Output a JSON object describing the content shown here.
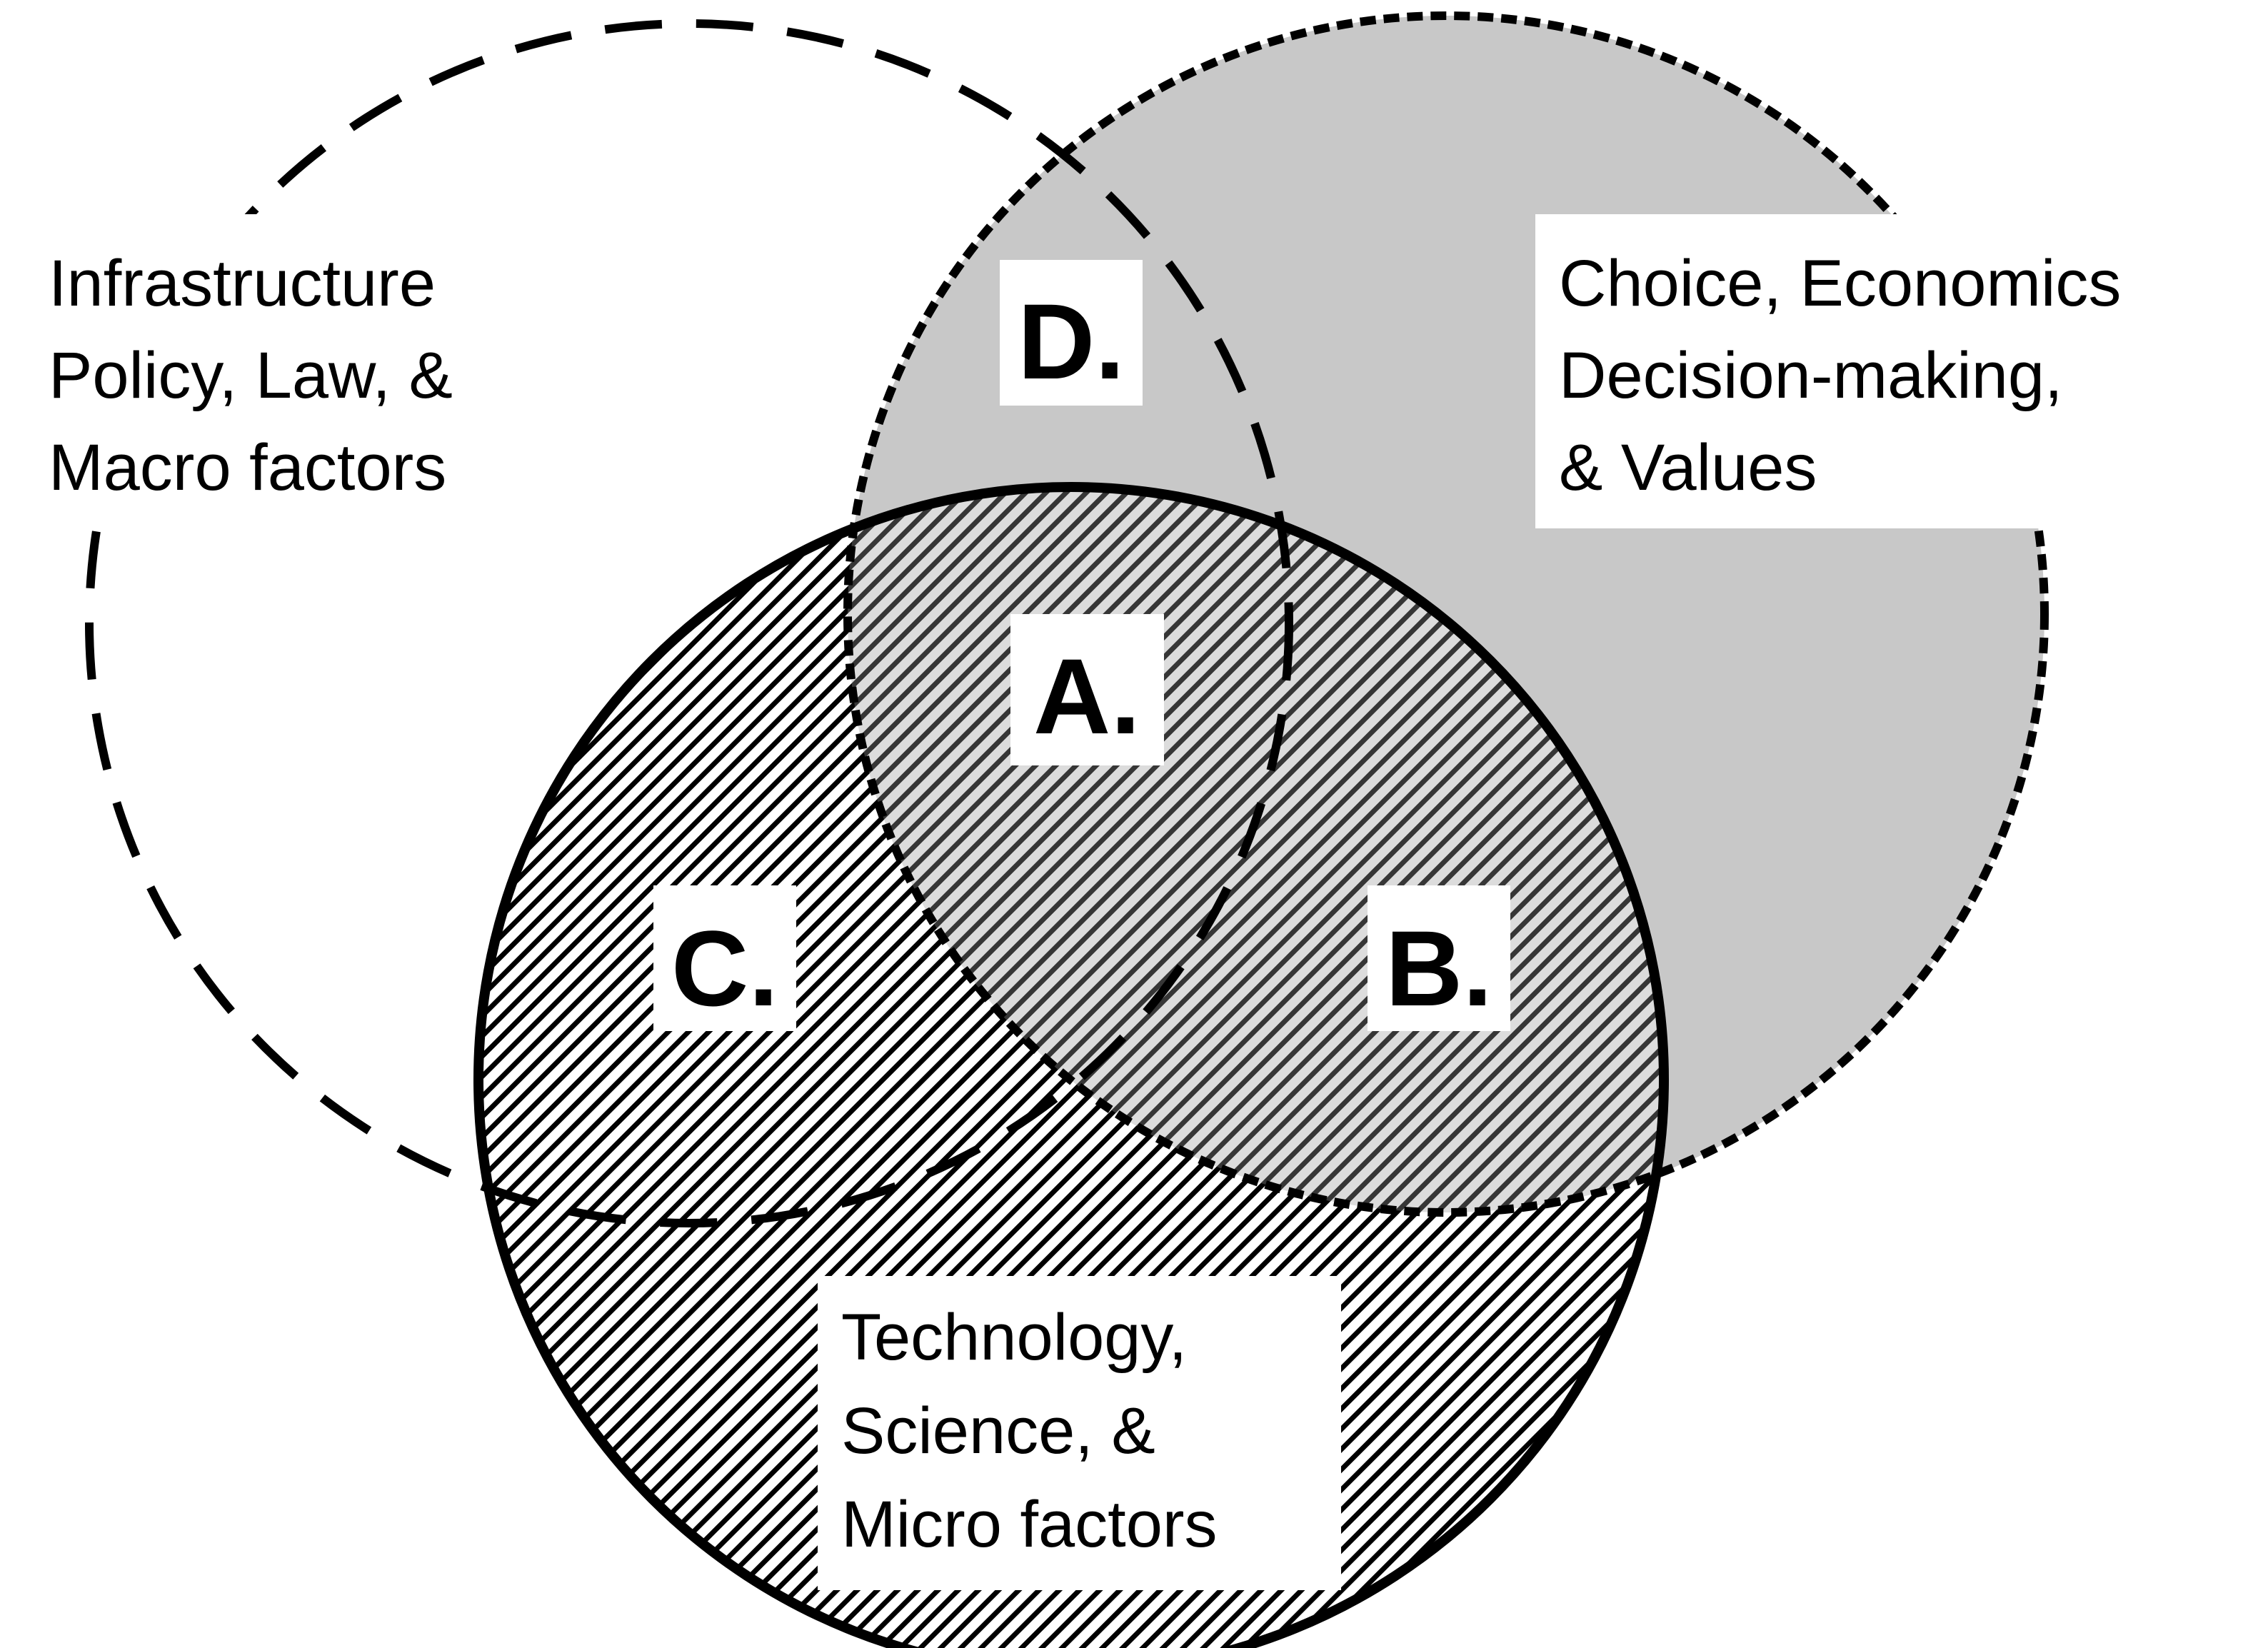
{
  "diagram": {
    "colors": {
      "background": "#ffffff",
      "stroke": "#000000",
      "choice_fill": "#c8c8c8",
      "hatch": "#000000"
    },
    "circles": {
      "infrastructure": {
        "lines": [
          "Infrastructure",
          "Policy, Law, &",
          "Macro factors"
        ],
        "style": "long-dashed outline, no fill"
      },
      "choice": {
        "lines": [
          "Choice, Economics",
          "Decision-making,",
          "& Values"
        ],
        "style": "short-dashed outline, grey fill"
      },
      "technology": {
        "lines": [
          "Technology,",
          "Science, &",
          "Micro factors"
        ],
        "style": "solid outline, diagonal hatch fill"
      }
    },
    "regions": {
      "a": "A.",
      "b": "B.",
      "c": "C.",
      "d": "D."
    }
  }
}
